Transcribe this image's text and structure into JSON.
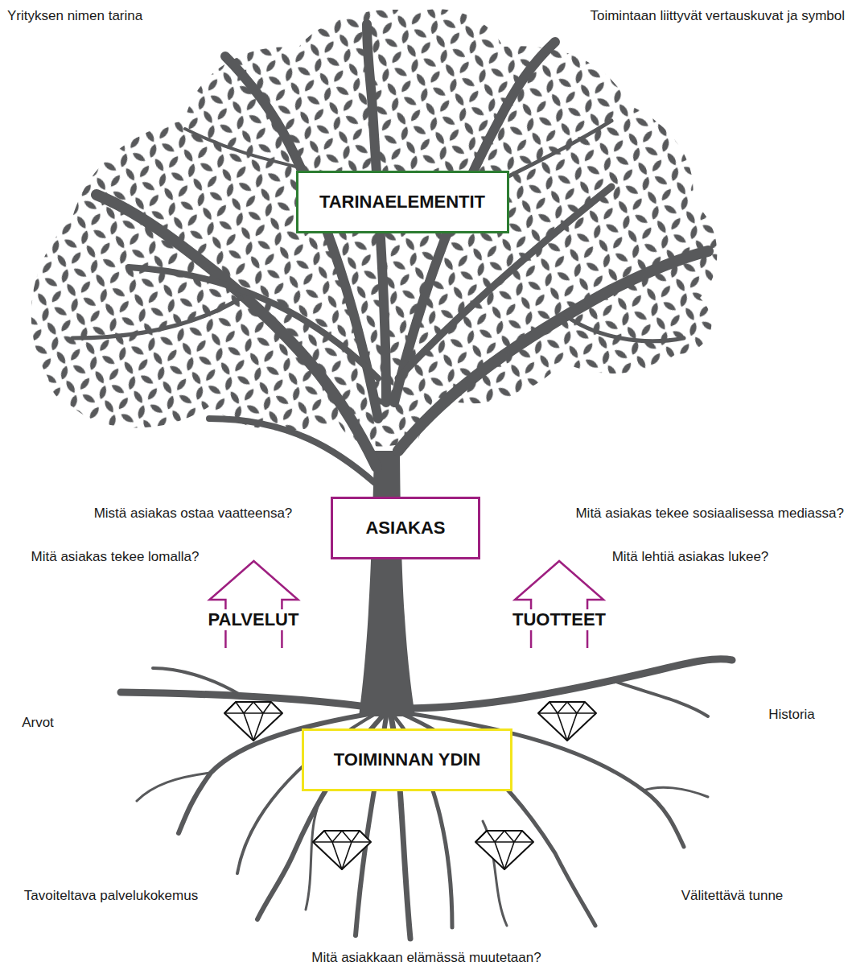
{
  "diagram": {
    "nodes": [
      {
        "text": [
          "TARINAELEMENTIT"
        ]
      },
      {
        "text": [
          "ASIAKAS"
        ]
      },
      {
        "text": [
          "PALVELUT"
        ]
      },
      {
        "text": [
          "TUOTTEET"
        ]
      },
      {
        "text": [
          "TOIMINNAN YDIN"
        ]
      }
    ],
    "labels": [
      "Yrityksen nimen tarina",
      "Toimintaan liittyvät vertauskuvat ja symbol",
      "Mistä asiakas ostaa vaatteensa?",
      "Mitä asiakas tekee sosiaalisessa mediassa?",
      "Mitä asiakas tekee lomalla?",
      "Mitä lehtiä asiakas lukee?",
      "Arvot",
      "Historia",
      "Tavoiteltava palvelukokemus",
      "Välitettävä tunne",
      "Mitä asiakkaan elämässä muutetaan?"
    ]
  }
}
